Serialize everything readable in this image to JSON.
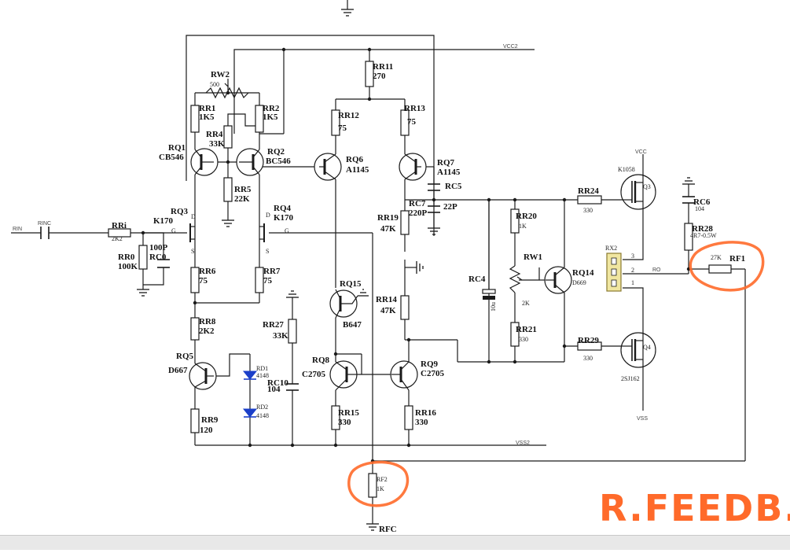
{
  "title": "",
  "nets": {
    "vcc2": "VCC2",
    "vss2": "VSS2",
    "vcc": "VCC",
    "vss": "VSS",
    "rin": "RIN",
    "ro": "RO",
    "rfc": "RFC"
  },
  "components": {
    "RW2": {
      "ref": "RW2",
      "value": "500"
    },
    "RR1": {
      "ref": "RR1",
      "value": "1K5"
    },
    "RR2": {
      "ref": "RR2",
      "value": "1K5"
    },
    "RR4": {
      "ref": "RR4",
      "value": "33K"
    },
    "RR5": {
      "ref": "RR5",
      "value": "22K"
    },
    "RQ1": {
      "ref": "RQ1",
      "value": "CB546"
    },
    "RQ2": {
      "ref": "RQ2",
      "value": "BC546"
    },
    "RQ3": {
      "ref": "RQ3",
      "value": "K170"
    },
    "RQ4": {
      "ref": "RQ4",
      "value": "K170"
    },
    "RINC": {
      "ref": "RINC",
      "value": ""
    },
    "RRi": {
      "ref": "RRi",
      "value": "2K2"
    },
    "RR0": {
      "ref": "RR0",
      "value": "100K"
    },
    "RC0": {
      "ref": "RC0",
      "value": "100P"
    },
    "RR6": {
      "ref": "RR6",
      "value": "75"
    },
    "RR7": {
      "ref": "RR7",
      "value": "75"
    },
    "RR8": {
      "ref": "RR8",
      "value": "2K2"
    },
    "RQ5": {
      "ref": "RQ5",
      "value": "D667"
    },
    "RR9": {
      "ref": "RR9",
      "value": "120"
    },
    "RD1": {
      "ref": "RD1",
      "value": "4148"
    },
    "RD2": {
      "ref": "RD2",
      "value": "4148"
    },
    "RR27": {
      "ref": "RR27",
      "value": "33K"
    },
    "RC10": {
      "ref": "RC10",
      "value": "104"
    },
    "RR11": {
      "ref": "RR11",
      "value": "270"
    },
    "RR12": {
      "ref": "RR12",
      "value": "75"
    },
    "RR13": {
      "ref": "RR13",
      "value": "75"
    },
    "RQ6": {
      "ref": "RQ6",
      "value": "A1145"
    },
    "RQ7": {
      "ref": "RQ7",
      "value": "A1145"
    },
    "RC5": {
      "ref": "RC5",
      "value": "22P"
    },
    "RC7": {
      "ref": "RC7",
      "value": "220P"
    },
    "RR19": {
      "ref": "RR19",
      "value": "47K"
    },
    "RR14": {
      "ref": "RR14",
      "value": "47K"
    },
    "RQ15": {
      "ref": "RQ15",
      "value": "B647"
    },
    "RQ8": {
      "ref": "RQ8",
      "value": "C2705"
    },
    "RQ9": {
      "ref": "RQ9",
      "value": "C2705"
    },
    "RR15": {
      "ref": "RR15",
      "value": "330"
    },
    "RR16": {
      "ref": "RR16",
      "value": "330"
    },
    "RF2": {
      "ref": "RF2",
      "value": "1K"
    },
    "RC4": {
      "ref": "RC4",
      "value": "10u"
    },
    "RR20": {
      "ref": "RR20",
      "value": "1K"
    },
    "RW1": {
      "ref": "RW1",
      "value": "2K"
    },
    "RR21": {
      "ref": "RR21",
      "value": "330"
    },
    "RQ14": {
      "ref": "RQ14",
      "value": "D669"
    },
    "RR24": {
      "ref": "RR24",
      "value": "330"
    },
    "RR29": {
      "ref": "RR29",
      "value": "330"
    },
    "Q3": {
      "ref": "Q3",
      "value": "K1058"
    },
    "Q4": {
      "ref": "Q4",
      "value": "2SJ162"
    },
    "RX2": {
      "ref": "RX2",
      "value": ""
    },
    "RC6": {
      "ref": "RC6",
      "value": "104"
    },
    "RR28": {
      "ref": "RR28",
      "value": "4R7-0.5W"
    },
    "RF1": {
      "ref": "RF1",
      "value": "27K"
    }
  },
  "pin_labels": {
    "D": "D",
    "G": "G",
    "S": "S",
    "p1": "1",
    "p2": "2",
    "p3": "3"
  },
  "annotation": "R.FEEDB.",
  "colors": {
    "wire": "#1a1a1a",
    "highlight": "#ff6a2a",
    "diode": "#1b3fc9",
    "connector": "#f0e6a0"
  }
}
